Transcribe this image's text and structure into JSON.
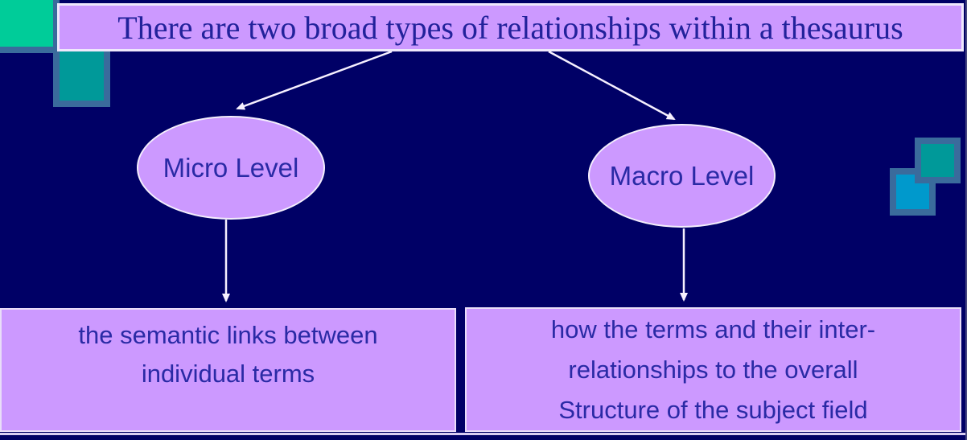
{
  "slide": {
    "title": "There are two broad types of relationships within a thesaurus",
    "nodes": {
      "micro": {
        "label": "Micro Level"
      },
      "macro": {
        "label": "Macro Level"
      }
    },
    "descriptions": {
      "micro": {
        "line1": "the semantic links between",
        "line2": "individual terms"
      },
      "macro": {
        "line1": "how the terms and their inter-",
        "line2": "relationships to the overall",
        "line3": "Structure of the subject field"
      }
    },
    "colors": {
      "background": "#000066",
      "shape_fill": "#CC99FF",
      "shape_border": "#F2EBFD",
      "title_text": "#22229B",
      "body_text": "#2A2AA5",
      "arrow": "#F6F0FF",
      "square_green": "#00CC99",
      "square_teal": "#009999",
      "square_blue": "#0099CC",
      "square_border": "#3A6B9C",
      "slide_edge_line": "#D9CDF2"
    }
  }
}
